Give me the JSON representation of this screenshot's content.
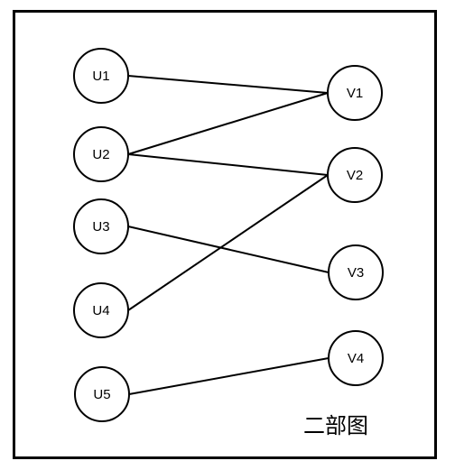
{
  "left_nodes": [
    {
      "id": "U1",
      "label": "U1"
    },
    {
      "id": "U2",
      "label": "U2"
    },
    {
      "id": "U3",
      "label": "U3"
    },
    {
      "id": "U4",
      "label": "U4"
    },
    {
      "id": "U5",
      "label": "U5"
    }
  ],
  "right_nodes": [
    {
      "id": "V1",
      "label": "V1"
    },
    {
      "id": "V2",
      "label": "V2"
    },
    {
      "id": "V3",
      "label": "V3"
    },
    {
      "id": "V4",
      "label": "V4"
    }
  ],
  "edges": [
    {
      "from": "U1",
      "to": "V1"
    },
    {
      "from": "U2",
      "to": "V1"
    },
    {
      "from": "U2",
      "to": "V2"
    },
    {
      "from": "U3",
      "to": "V3"
    },
    {
      "from": "U4",
      "to": "V2"
    },
    {
      "from": "U5",
      "to": "V4"
    }
  ],
  "caption": "二部图",
  "colors": {
    "stroke": "#000000",
    "fill": "#ffffff"
  }
}
